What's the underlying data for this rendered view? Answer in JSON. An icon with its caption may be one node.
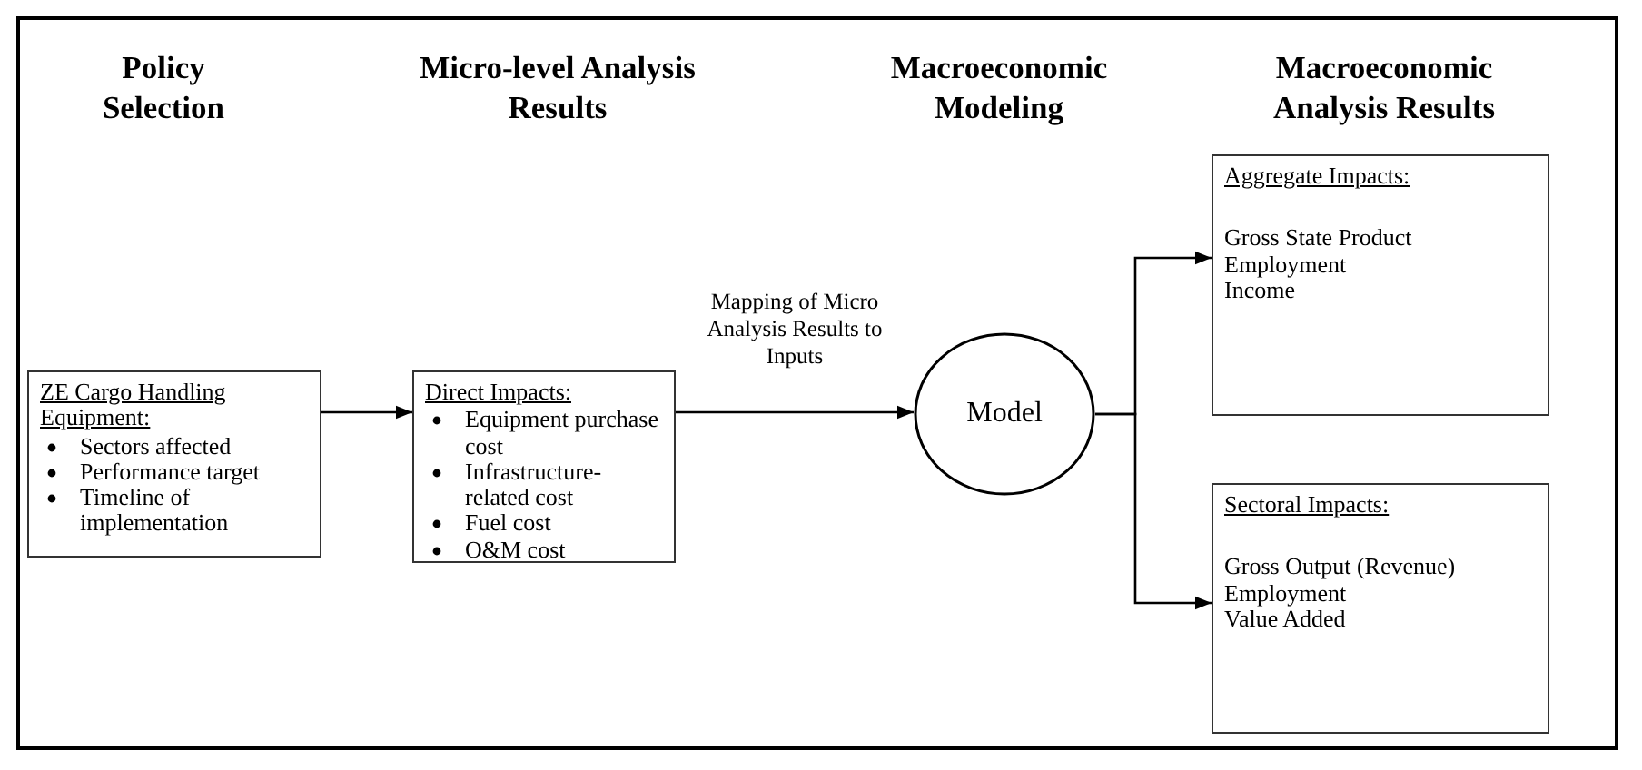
{
  "diagram": {
    "nodes": [
      {
        "text": [
          "ZE Cargo Handling Equipment:",
          "Sectors affected",
          "Performance target",
          "Timeline of implementation"
        ]
      },
      {
        "text": [
          "Direct Impacts:",
          "Equipment purchase cost",
          "Infrastructure-related cost",
          "Fuel cost",
          "O&M cost"
        ]
      },
      {
        "text": [
          "Model"
        ]
      },
      {
        "text": [
          "Aggregate Impacts:",
          "Gross State Product",
          "Employment",
          "Income"
        ]
      },
      {
        "text": [
          "Sectoral Impacts:",
          "Gross Output (Revenue)",
          "Employment",
          "Value Added"
        ]
      }
    ],
    "edges": [
      {
        "from": 0,
        "to": 1,
        "arrow": "to"
      },
      {
        "from": 1,
        "to": 2,
        "arrow": "to",
        "label": "Mapping of Micro Analysis Results to Inputs"
      },
      {
        "from": 2,
        "to": 3,
        "arrow": "to"
      },
      {
        "from": 2,
        "to": 4,
        "arrow": "to"
      }
    ],
    "labels": [
      "Policy Selection",
      "Micro-level Analysis Results",
      "Macroeconomic Modeling",
      "Macroeconomic Analysis Results"
    ]
  }
}
